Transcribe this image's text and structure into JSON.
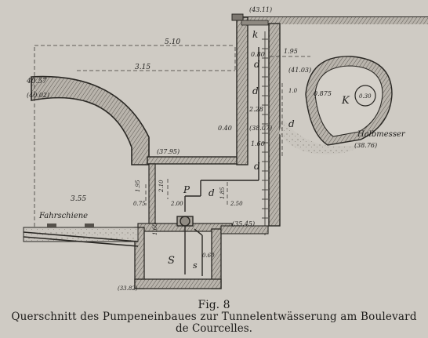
{
  "figure": {
    "number": "Fig. 8",
    "caption_line1": "Querschnitt des Pumpeneinbaues zur Tunnelentwässerung am Boulevard",
    "caption_line2": "de Courcelles."
  },
  "labels": {
    "elev_top": "(43.11)",
    "elev_tunnel_top": "40.57",
    "elev_tunnel_inner": "(40.02)",
    "elev_sewer": "(41.03)",
    "elev_pump_floor": "(37.95)",
    "elev_shaft_1": "(38.07)",
    "elev_sewer_bottom": "(38.76)",
    "elev_floor": "(35.45)",
    "elev_bottom": "(33.82)",
    "dim_top": "5.10",
    "dim_mid": "3.15",
    "dim_right": "1.95",
    "dim_080": "0.80",
    "dim_228": "2.28",
    "dim_040": "0.40",
    "dim_160": "1.60",
    "dim_355": "3.55",
    "dim_075": "0.75",
    "dim_250": "2.50",
    "dim_200": "2.00",
    "dim_210": "2.10",
    "dim_195": "1.95",
    "dim_185": "1.85",
    "dim_160v": "1.60",
    "dim_060": "0.60",
    "dim_0875": "0.875",
    "dim_030": "0.30",
    "dim_h1": "1.0",
    "letter_k": "k",
    "letter_d1": "d",
    "letter_d2": "d",
    "letter_d3": "d",
    "letter_d4": "d",
    "letter_K": "K",
    "letter_P": "P",
    "letter_S": "S",
    "letter_s": "s",
    "rail_label": "Fahrschiene",
    "radius_label": "Halbmesser"
  }
}
